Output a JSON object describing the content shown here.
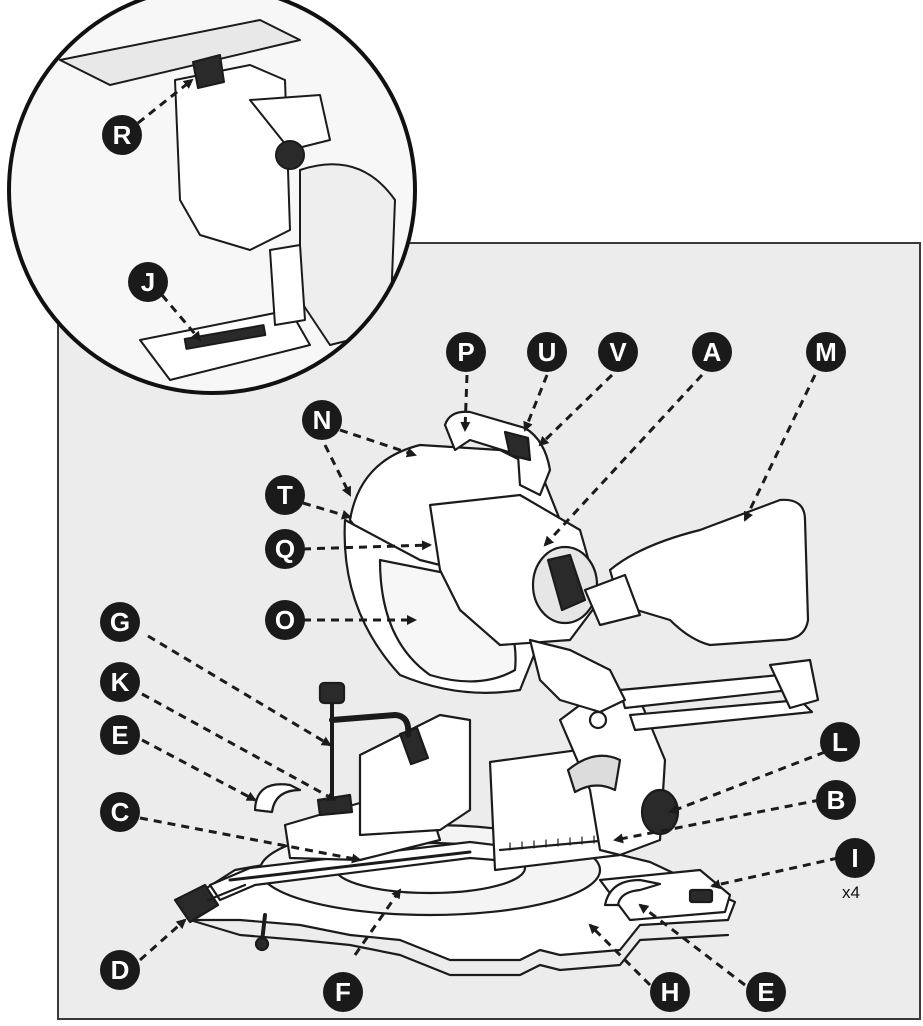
{
  "labels": [
    "A",
    "B",
    "C",
    "D",
    "E",
    "F",
    "G",
    "H",
    "I",
    "J",
    "K",
    "L",
    "M",
    "N",
    "O",
    "P",
    "Q",
    "R",
    "T",
    "U",
    "V",
    "E"
  ],
  "qty_note": "x4",
  "colors": {
    "panel": "#ececec",
    "panel_border": "#3a3a3a",
    "inset_bg": "#f7f7f7",
    "line_art": "#1b1b1b",
    "badge": "#1a1a1a",
    "badge_text": "#ffffff"
  }
}
